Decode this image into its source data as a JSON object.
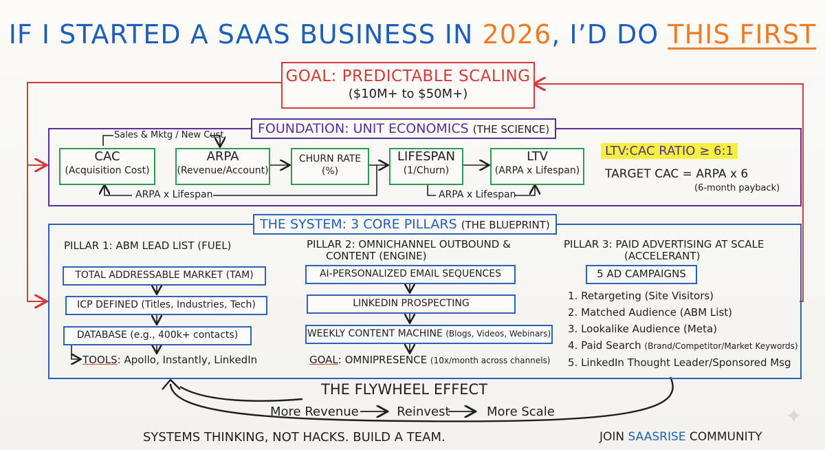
{
  "title": {
    "part1": "IF I STARTED A SAAS BUSINESS IN ",
    "year": "2026",
    "part2": ", I’D DO ",
    "emph": "THIS FIRST"
  },
  "goal": {
    "line1": "GOAL: PREDICTABLE SCALING",
    "line2": "($10M+ to $50M+)"
  },
  "foundation": {
    "heading": "FOUNDATION: UNIT ECONOMICS",
    "heading_note": "(THE SCIENCE)",
    "top_note": "Sales & Mktg / New Cust.",
    "boxes": [
      {
        "name": "CAC",
        "sub": "(Acquisition Cost)"
      },
      {
        "name": "ARPA",
        "sub": "(Revenue/Account)"
      },
      {
        "name": "CHURN RATE",
        "sub": "(%)"
      },
      {
        "name": "LIFESPAN",
        "sub": "(1/Churn)"
      },
      {
        "name": "LTV",
        "sub": "(ARPA x Lifespan)"
      }
    ],
    "bottom_note_1": "ARPA x Lifespan",
    "bottom_note_2": "ARPA x Lifespan",
    "ratio": "LTV:CAC RATIO ≥ 6:1",
    "target": "TARGET CAC = ARPA x 6",
    "payback": "(6-month payback)"
  },
  "system": {
    "heading": "THE SYSTEM: 3 CORE PILLARS",
    "heading_note": "(THE BLUEPRINT)",
    "pillar1": {
      "title": "PILLAR 1: ABM LEAD LIST (FUEL)",
      "box1": "TOTAL ADDRESSABLE MARKET (TAM)",
      "box2": "ICP DEFINED (Titles, Industries, Tech)",
      "box3": "DATABASE (e.g., 400k+ contacts)",
      "tools_label": "TOOLS",
      "tools": ": Apollo, Instantly, LinkedIn"
    },
    "pillar2": {
      "title_1": "PILLAR 2: OMNICHANNEL OUTBOUND &",
      "title_2": "CONTENT (ENGINE)",
      "box1": "AI-PERSONALIZED EMAIL SEQUENCES",
      "box2": "LINKEDIN PROSPECTING",
      "box3_main": "WEEKLY CONTENT MACHINE",
      "box3_note": "(Blogs, Videos, Webinars)",
      "goal_label": "GOAL",
      "goal_main": ": OMNIPRESENCE",
      "goal_note": "(10x/month across channels)"
    },
    "pillar3": {
      "title_1": "PILLAR 3: PAID ADVERTISING AT SCALE",
      "title_2": "(ACCELERANT)",
      "box1": "5 AD CAMPAIGNS",
      "campaigns": [
        {
          "main": "1. Retargeting (Site Visitors)",
          "note": ""
        },
        {
          "main": "2. Matched Audience (ABM List)",
          "note": ""
        },
        {
          "main": "3. Lookalike Audience (Meta)",
          "note": ""
        },
        {
          "main": "4. Paid Search",
          "note": "(Brand/Competitor/Market Keywords)"
        },
        {
          "main": "5. LinkedIn Thought Leader/Sponsored Msg",
          "note": ""
        }
      ]
    }
  },
  "flywheel": {
    "title": "THE FLYWHEEL EFFECT",
    "step1": "More Revenue",
    "step2": "Reinvest",
    "step3": "More Scale"
  },
  "footer": {
    "left": "SYSTEMS THINKING, NOT HACKS. BUILD A TEAM.",
    "right_1": "JOIN ",
    "right_brand": "SAASRISE",
    "right_2": " COMMUNITY"
  },
  "colors": {
    "red": "#d33a3a",
    "purple": "#5a2d9c",
    "green": "#2b9a54",
    "blue": "#2a62b8",
    "orange": "#f07b27",
    "highlight": "#f4f03c"
  }
}
